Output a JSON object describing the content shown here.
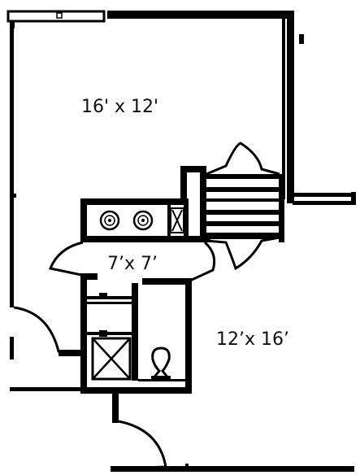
{
  "rooms": [
    {
      "id": "main",
      "label": "16' x 12'"
    },
    {
      "id": "small",
      "label": "7’x 7’"
    },
    {
      "id": "lower",
      "label": "12’x 16’"
    }
  ],
  "fixtures": {
    "sinks": [
      "sink-icon",
      "sink-icon"
    ],
    "toilet": "toilet-icon",
    "shower": "shower-cross-icon"
  }
}
